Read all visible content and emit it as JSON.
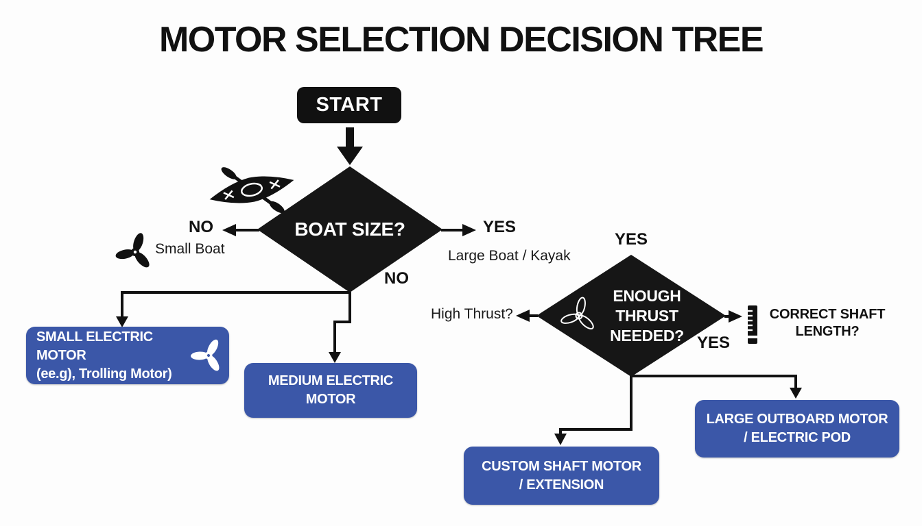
{
  "title": "MOTOR SELECTION DECISION TREE",
  "colors": {
    "node_fill": "#161616",
    "result_fill": "#3b57a8",
    "line": "#111111",
    "background": "#fdfdfd",
    "text_light": "#ffffff",
    "text_dark": "#1a1a1a"
  },
  "start": {
    "label": "START"
  },
  "decision_boat_size": {
    "question": "BOAT SIZE?",
    "branch_no_label": "NO",
    "branch_no_note": "Small Boat",
    "branch_yes_label": "YES",
    "branch_yes_note": "Large Boat / Kayak",
    "branch_bottom_label": "NO"
  },
  "decision_enough_thrust": {
    "question": "ENOUGH THRUST NEEDED?",
    "incoming_label": "YES",
    "branch_left_note": "High Thrust?",
    "branch_right_note": "CORRECT SHAFT LENGTH?",
    "branch_right_label": "YES"
  },
  "results": {
    "small_electric": {
      "line1": "SMALL ELECTRIC MOTOR",
      "line2": "(ee.g), Trolling Motor)"
    },
    "medium_electric": {
      "label": "MEDIUM ELECTRIC MOTOR"
    },
    "custom_shaft": {
      "label": "CUSTOM SHAFT MOTOR / EXTENSION"
    },
    "large_outboard": {
      "label": "LARGE OUTBOARD MOTOR / ELECTRIC POD"
    }
  },
  "icons": {
    "kayak": "kayak-icon",
    "small_boat_propeller": "propeller-icon",
    "thrust_propeller": "propeller-icon",
    "small_motor_propeller": "propeller-icon",
    "shaft_ruler": "ruler-icon"
  }
}
